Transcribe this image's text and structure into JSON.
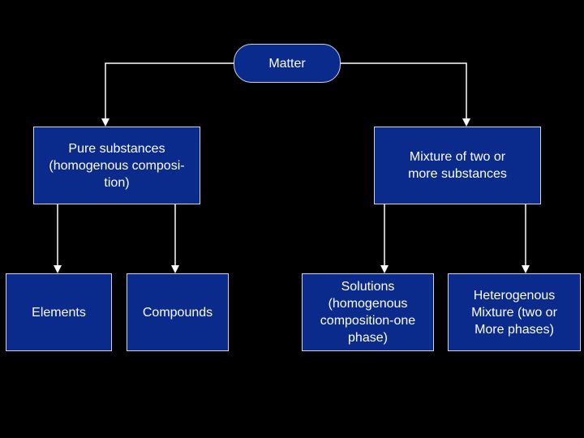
{
  "diagram": {
    "root": {
      "label": "Matter"
    },
    "pure": {
      "lines": [
        "Pure substances",
        "(homogenous composi-",
        "tion)"
      ]
    },
    "mixture": {
      "lines": [
        "Mixture of two or",
        "more substances"
      ]
    },
    "elements": {
      "label": "Elements"
    },
    "compounds": {
      "label": "Compounds"
    },
    "solutions": {
      "lines": [
        "Solutions",
        "(homogenous",
        "composition-one",
        "phase)"
      ]
    },
    "heterogenous": {
      "lines": [
        "Heterogenous",
        "Mixture (two or",
        "More phases)"
      ]
    }
  },
  "colors": {
    "background": "#000000",
    "node_fill": "#0a2a8c",
    "node_border": "#d0d4e8",
    "connector": "#ffffff",
    "text": "#ffffff"
  }
}
